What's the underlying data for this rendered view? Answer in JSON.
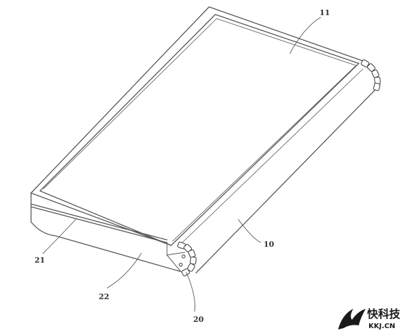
{
  "labels": {
    "display_screen": "11",
    "housing_upper": "10",
    "lower_panel": "21",
    "lower_panel_side": "22",
    "hinge": "20"
  },
  "watermark": {
    "name_cn": "快科技",
    "domain": "KKJ.CN"
  },
  "colors": {
    "line": "#555555",
    "label": "#333333",
    "background": "#ffffff"
  }
}
